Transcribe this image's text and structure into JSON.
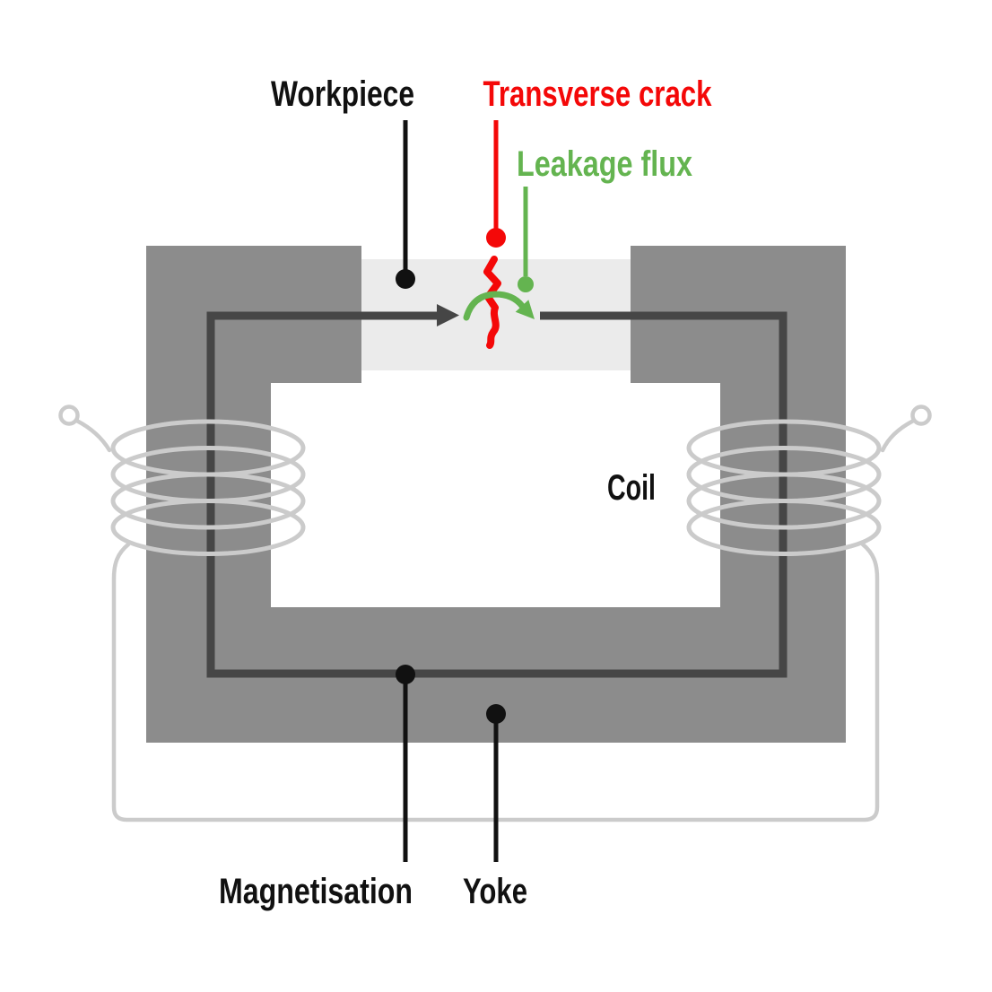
{
  "figure": {
    "description": "Magnetic yoke test diagram",
    "labels": {
      "workpiece": "Workpiece",
      "transverse_crack": "Transverse crack",
      "leakage_flux": "Leakage flux",
      "coil": "Coil",
      "magnetisation": "Magnetisation",
      "yoke": "Yoke"
    },
    "colors": {
      "background": "#ffffff",
      "label_text": "#111111",
      "crack_red": "#f40808",
      "flux_green": "#64b450",
      "yoke_gray": "#8c8c8c",
      "workpiece_gray": "#ebebeb",
      "magnetisation_line": "#464646",
      "coil_wire": "#cbcbcb",
      "terminal_fill": "#ffffff"
    }
  }
}
